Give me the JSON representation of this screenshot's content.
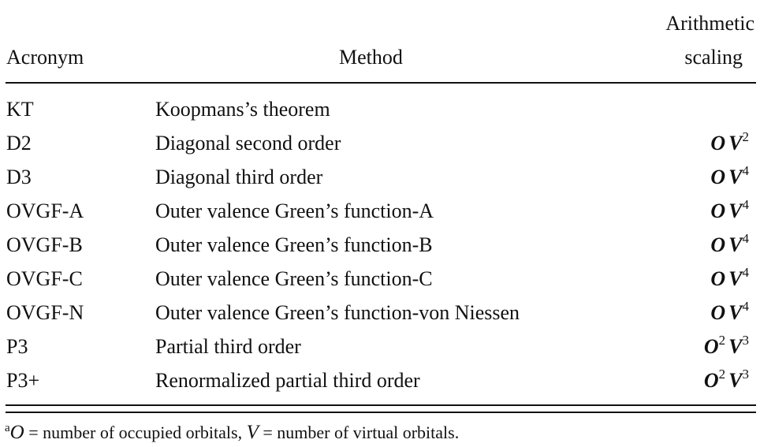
{
  "header": {
    "acronym": "Acronym",
    "method": "Method",
    "scaling_line1": "Arithmetic",
    "scaling_line2": "scaling",
    "scaling_footnote_mark": "a"
  },
  "rows": [
    {
      "acronym": "KT",
      "method": "Koopmans’s theorem",
      "scaling": {
        "o": "",
        "o_sup": "",
        "v": "",
        "v_sup": ""
      }
    },
    {
      "acronym": "D2",
      "method": "Diagonal second order",
      "scaling": {
        "o": "O",
        "o_sup": "",
        "v": "V",
        "v_sup": "2"
      }
    },
    {
      "acronym": "D3",
      "method": "Diagonal third order",
      "scaling": {
        "o": "O",
        "o_sup": "",
        "v": "V",
        "v_sup": "4"
      }
    },
    {
      "acronym": "OVGF-A",
      "method": "Outer valence Green’s function-A",
      "scaling": {
        "o": "O",
        "o_sup": "",
        "v": "V",
        "v_sup": "4"
      }
    },
    {
      "acronym": "OVGF-B",
      "method": "Outer valence Green’s function-B",
      "scaling": {
        "o": "O",
        "o_sup": "",
        "v": "V",
        "v_sup": "4"
      }
    },
    {
      "acronym": "OVGF-C",
      "method": "Outer valence Green’s function-C",
      "scaling": {
        "o": "O",
        "o_sup": "",
        "v": "V",
        "v_sup": "4"
      }
    },
    {
      "acronym": "OVGF-N",
      "method": "Outer valence Green’s function-von Niessen",
      "scaling": {
        "o": "O",
        "o_sup": "",
        "v": "V",
        "v_sup": "4"
      }
    },
    {
      "acronym": "P3",
      "method": "Partial third order",
      "scaling": {
        "o": "O",
        "o_sup": "2",
        "v": "V",
        "v_sup": "3"
      }
    },
    {
      "acronym": "P3+",
      "method": "Renormalized partial third order",
      "scaling": {
        "o": "O",
        "o_sup": "2",
        "v": "V",
        "v_sup": "3"
      }
    }
  ],
  "footnote": {
    "mark": "a",
    "o_symbol": "O",
    "o_text": " = number of occupied orbitals, ",
    "v_symbol": "V",
    "v_text": " = number of virtual orbitals."
  }
}
